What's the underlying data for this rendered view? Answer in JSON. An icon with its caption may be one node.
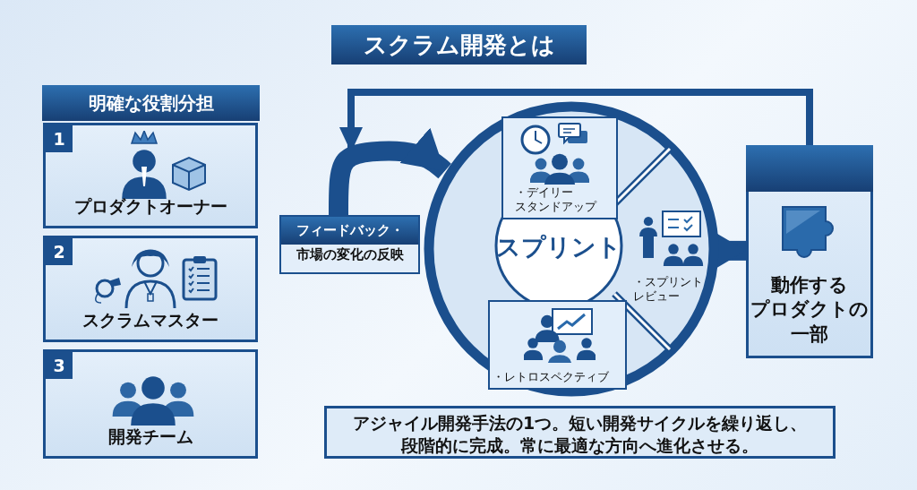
{
  "diagram": {
    "nodes": [
      {
        "text": [
          "明確な役割分担"
        ]
      },
      {
        "text": [
          "1",
          "プロダクトオーナー"
        ]
      },
      {
        "text": [
          "2",
          "スクラムマスター"
        ]
      },
      {
        "text": [
          "3",
          "開発チーム"
        ]
      },
      {
        "text": [
          "フィードバック・",
          "市場の変化の反映"
        ]
      },
      {
        "text": [
          "スプリント"
        ]
      },
      {
        "text": [
          "・デイリースタンドアップ"
        ],
        "in": 5
      },
      {
        "text": [
          "・スプリントレビュー"
        ],
        "in": 5
      },
      {
        "text": [
          "・レトロスペクティブ"
        ],
        "in": 5
      },
      {
        "text": [
          "動作するプロダクトの一部"
        ]
      },
      {
        "text": [
          "アジャイル開発手法の1つ。短い開発サイクルを繰り返し、段階的に完成。常に最適な方向へ進化させる。"
        ]
      },
      {
        "text": [
          "スクラム開発とは"
        ]
      }
    ],
    "edges": [
      {
        "from": 9,
        "to": null,
        "arrow": "to"
      },
      {
        "from": 4,
        "to": 5,
        "arrow": "to"
      },
      {
        "from": 5,
        "to": 9,
        "arrow": "to"
      }
    ]
  }
}
